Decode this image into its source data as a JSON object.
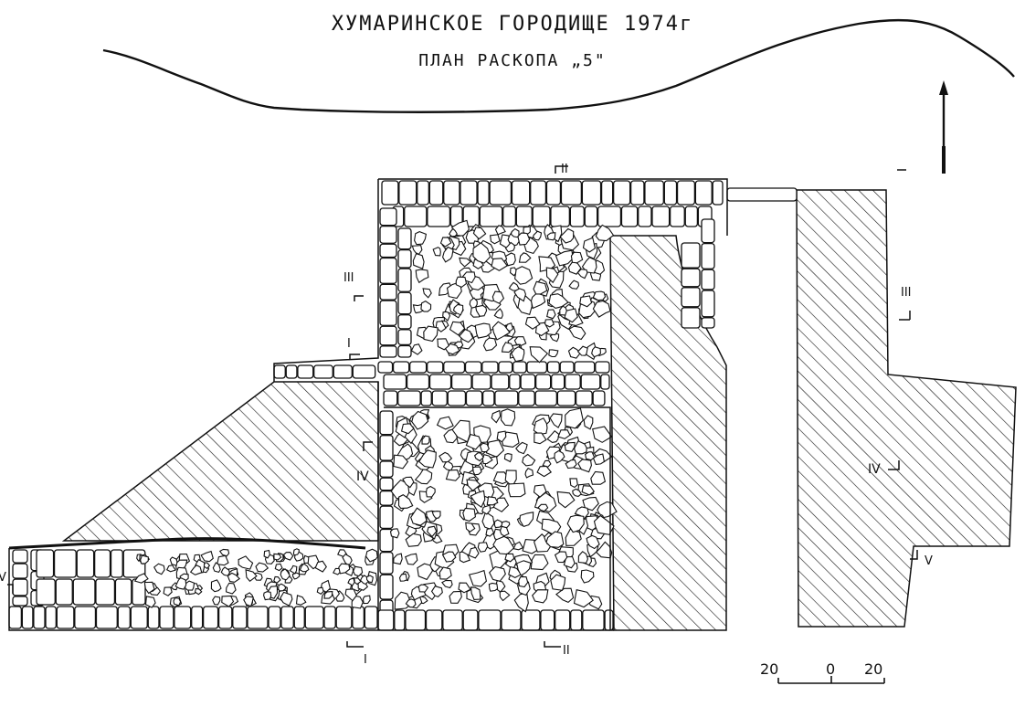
{
  "title": {
    "line1": "ХУМАРИНСКОЕ ГОРОДИЩЕ 1974г",
    "line2": "ПЛАН РАСКОПА „5\""
  },
  "section_markers": [
    {
      "id": "I-top",
      "label": "I"
    },
    {
      "id": "I-bottom",
      "label": "I"
    },
    {
      "id": "II-top",
      "label": "II"
    },
    {
      "id": "II-bottom",
      "label": "II"
    },
    {
      "id": "III-left",
      "label": "III"
    },
    {
      "id": "III-right",
      "label": "III"
    },
    {
      "id": "IV-left",
      "label": "IV"
    },
    {
      "id": "IV-right",
      "label": "IV"
    },
    {
      "id": "V-left",
      "label": "V"
    },
    {
      "id": "V-right",
      "label": "V"
    }
  ],
  "scale": {
    "ticks": [
      "20",
      "0",
      "20"
    ]
  },
  "icons": {
    "north": "north-arrow-icon"
  }
}
